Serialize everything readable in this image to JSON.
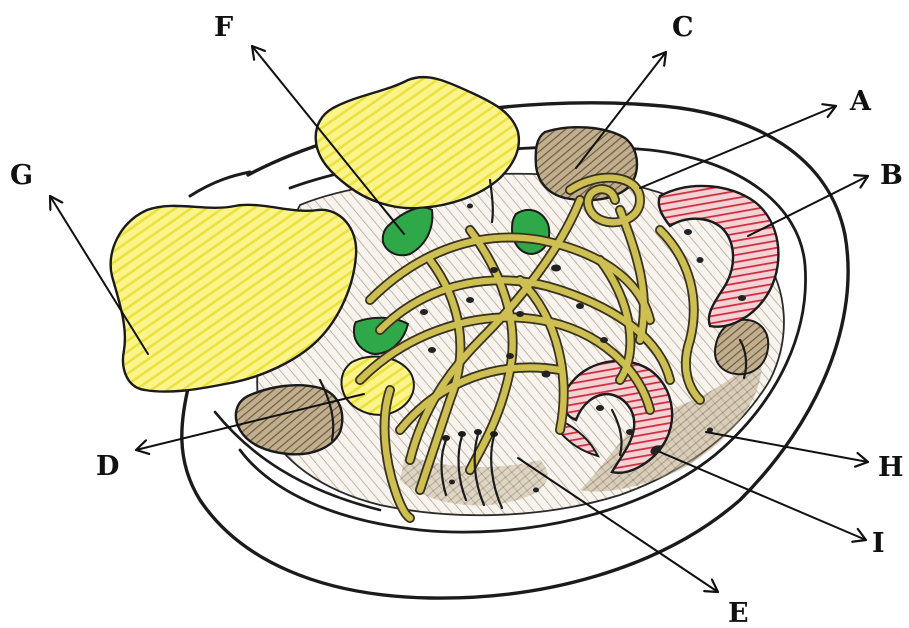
{
  "colors": {
    "background": "#ffffff",
    "ink": "#1b1b1b",
    "noodle": "#c9b94e",
    "noodle_outline": "#3a3320",
    "omelette": "#f2e94a",
    "shrimp": "#cf2f3f",
    "shrimp_shade": "#f1d2d4",
    "mushroom": "#8a7657",
    "sauce": "#a8957a",
    "green_vegetable": "#2fa84a",
    "seed": "#222222"
  },
  "diagram": {
    "labels": [
      {
        "id": "A",
        "text": "A"
      },
      {
        "id": "B",
        "text": "B"
      },
      {
        "id": "C",
        "text": "C"
      },
      {
        "id": "D",
        "text": "D"
      },
      {
        "id": "E",
        "text": "E"
      },
      {
        "id": "F",
        "text": "F"
      },
      {
        "id": "G",
        "text": "G"
      },
      {
        "id": "H",
        "text": "H"
      },
      {
        "id": "I",
        "text": "I"
      }
    ]
  }
}
